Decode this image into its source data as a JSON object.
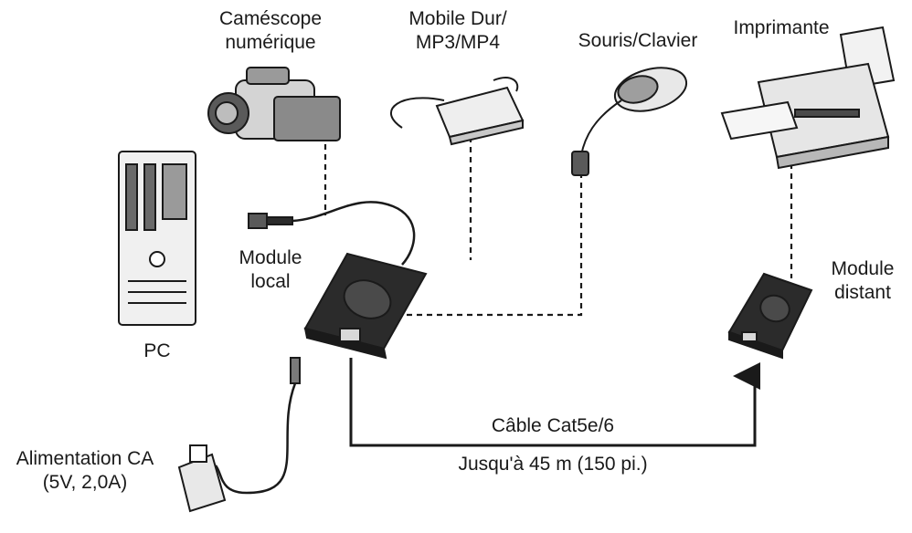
{
  "labels": {
    "camcorder": [
      "Caméscope",
      "numérique"
    ],
    "mobile_drive": [
      "Mobile Dur/",
      "MP3/MP4"
    ],
    "mouse_keyboard": "Souris/Clavier",
    "printer": "Imprimante",
    "local_module": [
      "Module",
      "local"
    ],
    "remote_module": [
      "Module",
      "distant"
    ],
    "pc": "PC",
    "power": [
      "Alimentation CA",
      "(5V, 2,0A)"
    ],
    "cable_type": "Câble Cat5e/6",
    "cable_length": "Jusqu'à 45 m (150 pi.)"
  },
  "colors": {
    "ink": "#1a1a1a",
    "device_dark": "#2b2b2b",
    "device_light": "#e6e6e6"
  }
}
